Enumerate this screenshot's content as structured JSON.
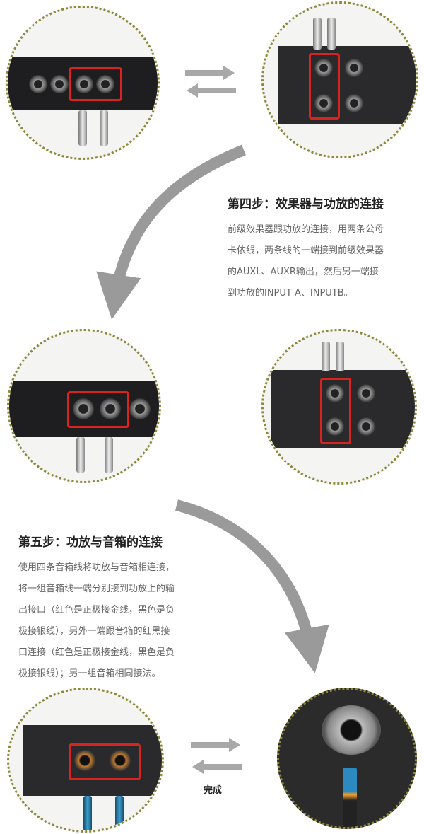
{
  "step4": {
    "title": "第四步：效果器与功放的连接",
    "lines": [
      "前级效果器跟功放的连接，用两条公母",
      "卡侬线，两条线的一端接到前级效果器",
      "的AUXL、AUXR输出，然后另一端接",
      "到功放的INPUT A、INPUTB。"
    ]
  },
  "step5": {
    "title": "第五步：功放与音箱的连接",
    "lines": [
      "使用四条音箱线将功放与音箱相连接，",
      "将一组音箱线一端分别接到功放上的输",
      "出接口（红色是正极接金线，黑色是负",
      "极接银线），另外一端跟音箱的红黑接",
      "口连接（红色是正极接金线，黑色是负",
      "极接银线）；另一组音箱相同接法。"
    ]
  },
  "done_label": "完成",
  "colors": {
    "highlight": "#d8231f",
    "circle_border": "#8c8a3a",
    "arrow": "#9a9a9a"
  }
}
